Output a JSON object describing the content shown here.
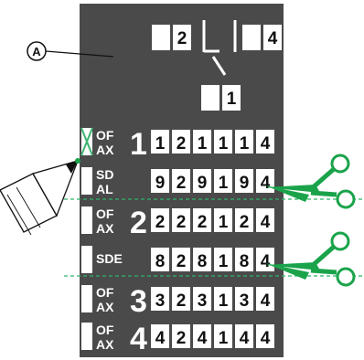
{
  "callout": {
    "label": "A"
  },
  "colors": {
    "panel": "#4a4a4a",
    "box_fill": "#ffffff",
    "text_dark": "#111111",
    "cut_line": "#2db56b",
    "scissors": "#1aa34a",
    "cross": "#3cb371"
  },
  "top": {
    "left_digit": "2",
    "right_digit": "4",
    "bottom_digit": "1"
  },
  "rows": [
    {
      "id": "of-ax-1",
      "name_top": "OF",
      "name_bottom": "AX",
      "number": "1",
      "digits": [
        "1",
        "2",
        "1",
        "1",
        "1",
        "4"
      ],
      "crossed_out": true
    },
    {
      "id": "sd-al",
      "name_top": "SD",
      "name_bottom": "AL",
      "number": "",
      "digits": [
        "9",
        "2",
        "9",
        "1",
        "9",
        "4"
      ],
      "crossed_out": false
    },
    {
      "id": "of-ax-2",
      "name_top": "OF",
      "name_bottom": "AX",
      "number": "2",
      "digits": [
        "2",
        "2",
        "2",
        "1",
        "2",
        "4"
      ],
      "crossed_out": false
    },
    {
      "id": "sde",
      "name_top": "SDE",
      "name_bottom": "",
      "number": "",
      "digits": [
        "8",
        "2",
        "8",
        "1",
        "8",
        "4"
      ],
      "crossed_out": false
    },
    {
      "id": "of-ax-3",
      "name_top": "OF",
      "name_bottom": "AX",
      "number": "3",
      "digits": [
        "3",
        "2",
        "3",
        "1",
        "3",
        "4"
      ],
      "crossed_out": false
    },
    {
      "id": "of-ax-4",
      "name_top": "OF",
      "name_bottom": "AX",
      "number": "4",
      "digits": [
        "4",
        "2",
        "4",
        "1",
        "4",
        "4"
      ],
      "crossed_out": false
    }
  ],
  "icons": [
    "pencil-icon",
    "scissors-icon",
    "scissors-icon"
  ]
}
